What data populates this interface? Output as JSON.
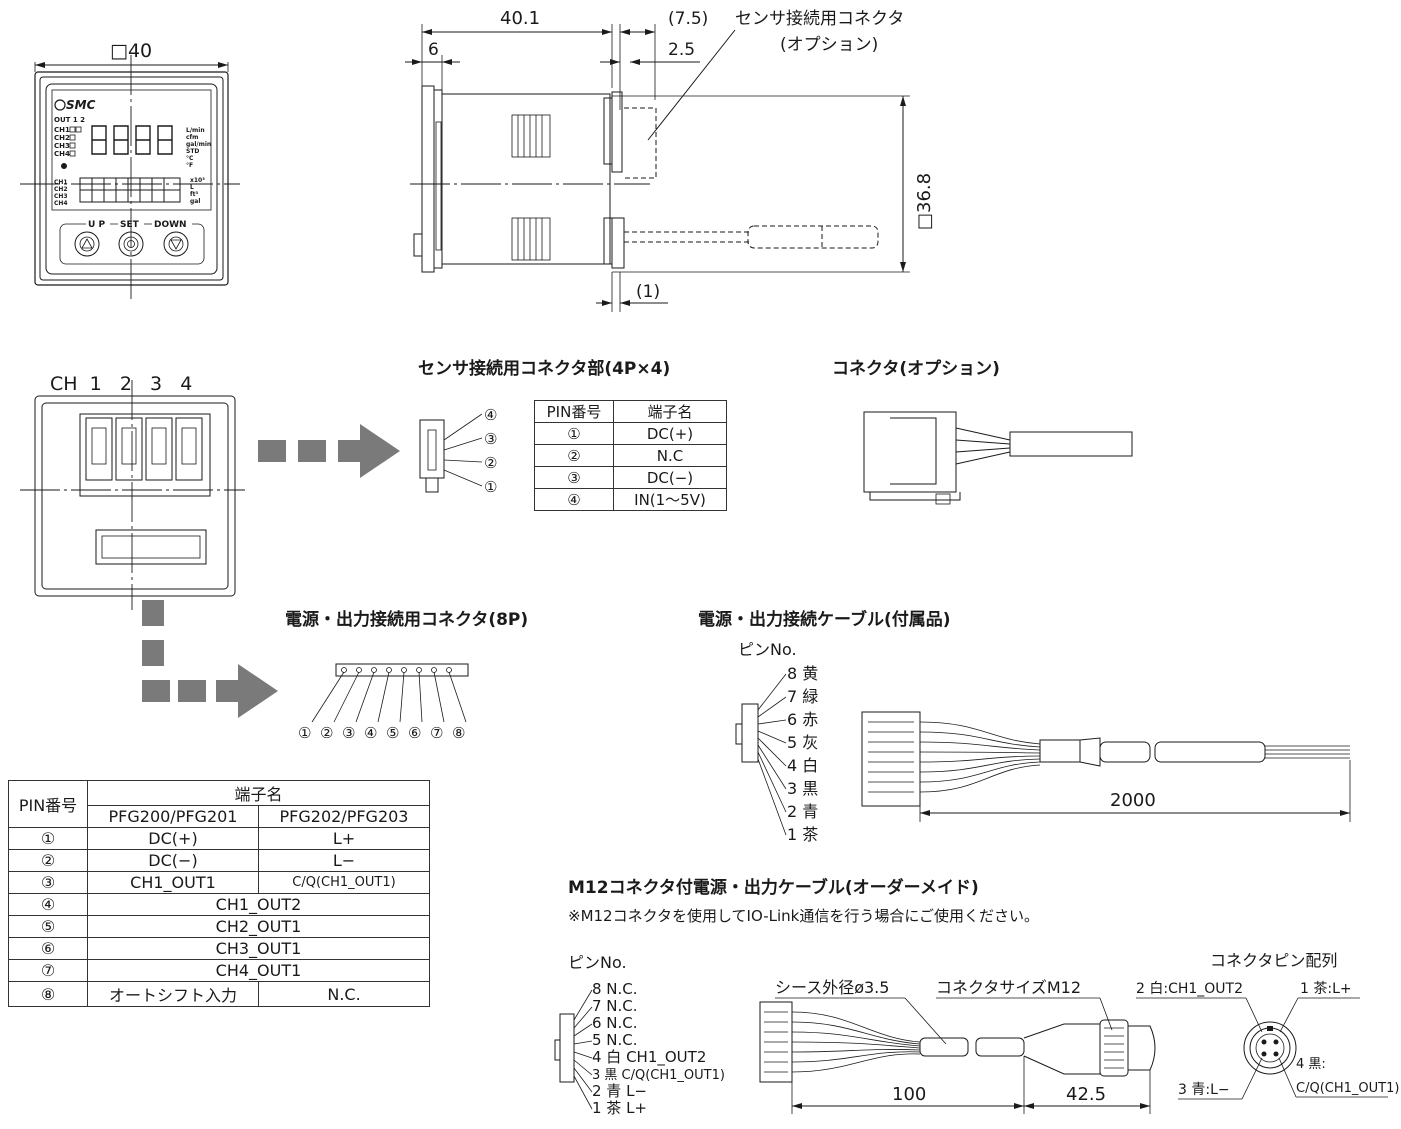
{
  "dims": {
    "front_width": "□40",
    "side_depth": "40.1",
    "side_connector": "(7.5)",
    "side_6": "6",
    "side_2_5": "2.5",
    "side_height": "□36.8",
    "side_1": "(1)",
    "connector_label_1": "センサ接続用コネクタ",
    "connector_label_2": "(オプション)"
  },
  "front_panel": {
    "brand": "SMC",
    "out": "OUT 1 2",
    "ch_labels": [
      "CH1",
      "CH2",
      "CH3",
      "CH4"
    ],
    "units": [
      "L/min",
      "cfm",
      "gal/min",
      "STD",
      "°C",
      "°F"
    ],
    "units2": [
      "x10³",
      "L",
      "ft³",
      "gal"
    ],
    "buttons": [
      "U P",
      "SET",
      "DOWN"
    ]
  },
  "rear": {
    "ch_label": "CH  1   2   3   4"
  },
  "sensor_connector": {
    "title": "センサ接続用コネクタ部(4P×4)",
    "pins": [
      "④",
      "③",
      "②",
      "①"
    ],
    "table_header": [
      "PIN番号",
      "端子名"
    ],
    "rows": [
      [
        "①",
        "DC(+)"
      ],
      [
        "②",
        "N.C"
      ],
      [
        "③",
        "DC(−)"
      ],
      [
        "④",
        "IN(1〜5V)"
      ]
    ]
  },
  "option_connector": {
    "title": "コネクタ(オプション)"
  },
  "power_connector": {
    "title": "電源・出力接続用コネクタ(8P)",
    "pins": [
      "①",
      "②",
      "③",
      "④",
      "⑤",
      "⑥",
      "⑦",
      "⑧"
    ]
  },
  "power_cable": {
    "title": "電源・出力接続ケーブル(付属品)",
    "pin_label": "ピンNo.",
    "pins": [
      "8 黄",
      "7 緑",
      "6 赤",
      "5 灰",
      "4 白",
      "3 黒",
      "2 青",
      "1 茶"
    ],
    "length": "2000"
  },
  "pin_table": {
    "header1": "PIN番号",
    "header2": "端子名",
    "sub1": "PFG200/PFG201",
    "sub2": "PFG202/PFG203",
    "rows": [
      {
        "pin": "①",
        "a": "DC(+)",
        "b": "L+"
      },
      {
        "pin": "②",
        "a": "DC(−)",
        "b": "L−"
      },
      {
        "pin": "③",
        "a": "CH1_OUT1",
        "b": "C/Q(CH1_OUT1)"
      },
      {
        "pin": "④",
        "merged": "CH1_OUT2"
      },
      {
        "pin": "⑤",
        "merged": "CH2_OUT1"
      },
      {
        "pin": "⑥",
        "merged": "CH3_OUT1"
      },
      {
        "pin": "⑦",
        "merged": "CH4_OUT1"
      },
      {
        "pin": "⑧",
        "a": "オートシフト入力",
        "b": "N.C."
      }
    ]
  },
  "m12_cable": {
    "title": "M12コネクタ付電源・出力ケーブル(オーダーメイド)",
    "note": "※M12コネクタを使用してIO-Link通信を行う場合にご使用ください。",
    "pin_label": "ピンNo.",
    "pins": [
      "8 N.C.",
      "7 N.C.",
      "6 N.C.",
      "5 N.C.",
      "4 白 CH1_OUT2",
      "3 黒 C/Q(CH1_OUT1)",
      "2 青 L−",
      "1 茶 L+"
    ],
    "sheath": "シース外径ø3.5",
    "size": "コネクタサイズM12",
    "len1": "100",
    "len2": "42.5",
    "arrangement_title": "コネクタピン配列",
    "arr_pins": [
      "2 白:CH1_OUT2",
      "1 茶:L+",
      "3 青:L−",
      "4 黒:",
      "C/Q(CH1_OUT1)"
    ]
  }
}
